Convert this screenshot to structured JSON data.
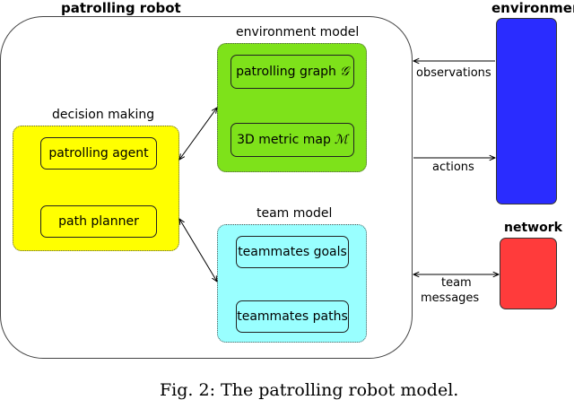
{
  "outer": {
    "title": "patrolling robot"
  },
  "environment": {
    "title": "environment",
    "color": "#2a2cff"
  },
  "network": {
    "title": "network",
    "color": "#ff3b3b"
  },
  "decision": {
    "title": "decision making",
    "color": "#ffff00",
    "items": [
      "patrolling agent",
      "path  planner"
    ]
  },
  "env_model": {
    "title": "environment model",
    "color": "#7ee21a",
    "items": [
      {
        "text": "patrolling graph",
        "symbol": "𝒢"
      },
      {
        "text": "3D metric map",
        "symbol": "ℳ"
      }
    ]
  },
  "team_model": {
    "title": "team model",
    "color": "#99ffff",
    "items": [
      "teammates goals",
      "teammates paths"
    ]
  },
  "arrows": {
    "observations": "observations",
    "actions": "actions",
    "team_messages_line1": "team",
    "team_messages_line2": "messages"
  },
  "caption": "Fig. 2: The patrolling robot model."
}
